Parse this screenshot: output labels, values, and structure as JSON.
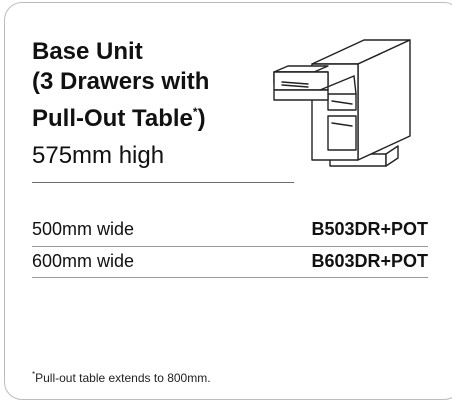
{
  "product": {
    "title_line1": "Base Unit",
    "title_line2": "(3 Drawers with",
    "title_line3": "Pull-Out Table",
    "title_marker": "*",
    "title_close": ")",
    "height_text": "575mm high"
  },
  "variants": [
    {
      "size": "500mm wide",
      "code": "B503DR+POT"
    },
    {
      "size": "600mm wide",
      "code": "B603DR+POT"
    }
  ],
  "footnote": {
    "marker": "*",
    "text": "Pull-out table extends to 800mm."
  },
  "colors": {
    "text": "#111111",
    "border": "#bdbdbd",
    "rule": "#9a9a9a"
  },
  "icons": [
    "base-unit-cabinet-illustration"
  ]
}
